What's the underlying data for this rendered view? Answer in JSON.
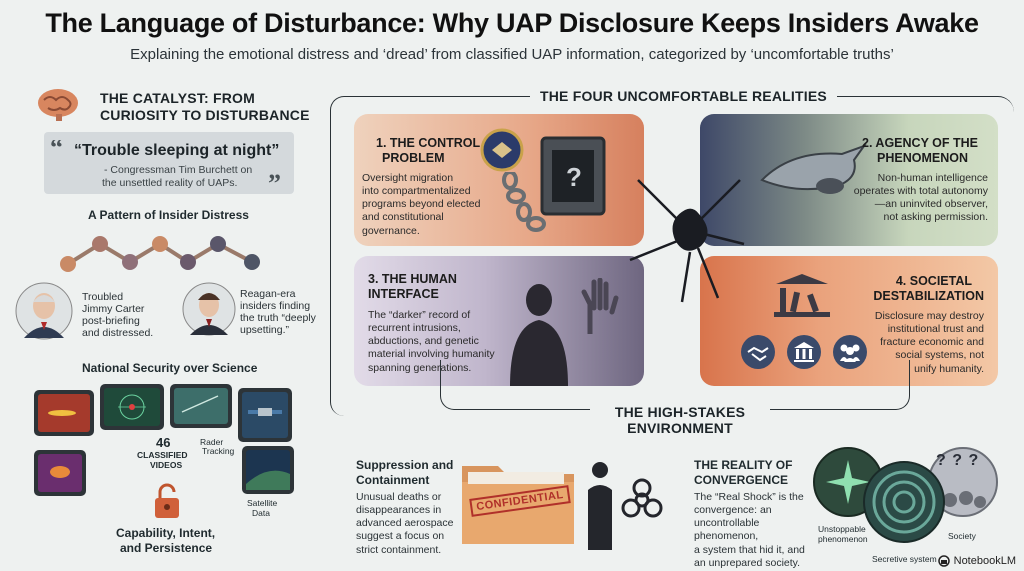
{
  "header": {
    "title": "The Language of Disturbance: Why UAP Disclosure Keeps Insiders Awake",
    "subtitle": "Explaining the emotional distress and ‘dread’ from classified UAP information, categorized by ‘uncomfortable truths’"
  },
  "catalyst": {
    "heading_line1": "THE CATALYST: FROM",
    "heading_line2": "CURIOSITY TO DISTURBANCE",
    "quote": "“Trouble sleeping at night”",
    "quote_attrib_1": "- Congressman Tim Burchett on",
    "quote_attrib_2": "the unsettled reality of UAPs.",
    "pattern_heading": "A Pattern of Insider Distress",
    "carter_text_1": "Troubled",
    "carter_text_2": "Jimmy Carter",
    "carter_text_3": "post-briefing",
    "carter_text_4": "and distressed.",
    "reagan_text_1": "Reagan-era",
    "reagan_text_2": "insiders finding",
    "reagan_text_3": "the truth “deeply",
    "reagan_text_4": "upsetting.”",
    "natsec_heading": "National Security over Science",
    "videos_count": "46",
    "videos_label_1": "CLASSIFIED",
    "videos_label_2": "VIDEOS",
    "radar_1": "Rader",
    "radar_2": "Tracking",
    "satellite_1": "Satellite",
    "satellite_2": "Data",
    "capability_1": "Capability, Intent,",
    "capability_2": "and Persistence"
  },
  "realities": {
    "heading": "THE FOUR UNCOMFORTABLE REALITIES",
    "cards": [
      {
        "title_1": "1. THE CONTROL",
        "title_2": "PROBLEM",
        "text": [
          "Oversight migration",
          "into compartmentalized",
          "programs beyond elected",
          "and constitutional",
          "governance."
        ]
      },
      {
        "title_1": "2. AGENCY OF THE",
        "title_2": "PHENOMENON",
        "text": [
          "Non-human intelligence",
          "operates with total autonomy",
          "—an uninvited observer,",
          "not asking permission."
        ]
      },
      {
        "title_1": "3. THE HUMAN",
        "title_2": "INTERFACE",
        "text": [
          "The “darker” record of",
          "recurrent intrusions,",
          "abductions, and genetic",
          "material involving humanity",
          "spanning generations."
        ]
      },
      {
        "title_1": "4. SOCIETAL",
        "title_2": "DESTABILIZATION",
        "text": [
          "Disclosure may destroy",
          "institutional trust and",
          "fracture economic and",
          "social systems, not",
          "unify humanity."
        ]
      }
    ],
    "mystery_glyph": "?"
  },
  "environment": {
    "heading_1": "THE HIGH-STAKES",
    "heading_2": "ENVIRONMENT",
    "suppression_title_1": "Suppression and",
    "suppression_title_2": "Containment",
    "suppression_text": [
      "Unusual deaths or",
      "disappearances in",
      "advanced aerospace",
      "suggest a focus on",
      "strict containment."
    ],
    "confidential_stamp": "CONFIDENTIAL",
    "convergence_title_1": "THE REALITY OF",
    "convergence_title_2": "CONVERGENCE",
    "convergence_text": [
      "The “Real Shock” is the",
      "convergence: an",
      "uncontrollable phenomenon,",
      "a system that hid it, and",
      "an unprepared society."
    ],
    "venn_unstoppable_1": "Unstoppable",
    "venn_unstoppable_2": "phenomenon",
    "venn_secretive": "Secretive system",
    "venn_society": "Society",
    "venn_questions": "? ? ?"
  },
  "footer": {
    "brand": "NotebookLM"
  },
  "colors": {
    "card1": "#e8b58f",
    "card2": "#c9d6bd",
    "card3": "#c9c2d6",
    "card4": "#efb98f",
    "frame": "#2a3236",
    "background": "#eef1f0"
  },
  "icons": [
    "brain-icon",
    "quote-open-icon",
    "quote-close-icon",
    "padlock-icon",
    "seal-icon",
    "chain-icon",
    "vault-icon",
    "craft-icon",
    "crack-icon",
    "figure-icon",
    "hand-icon",
    "ruins-icon",
    "handshake-icon",
    "institution-icon",
    "people-icon",
    "folder-icon",
    "biohazard-icon",
    "notebooklm-icon"
  ]
}
